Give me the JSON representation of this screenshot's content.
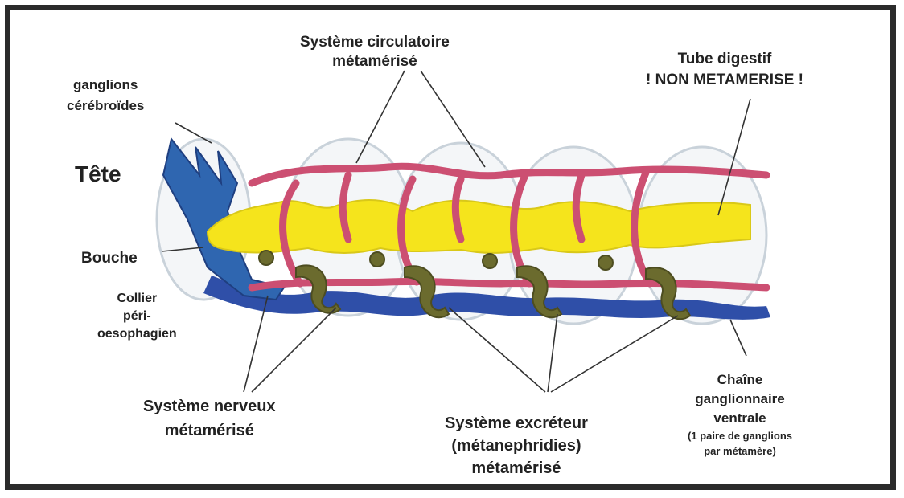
{
  "labels": {
    "circulatory_line1": "Système circulatoire",
    "circulatory_line2": "métamérisé",
    "digestive_line1": "Tube digestif",
    "digestive_line2": "! NON METAMERISE !",
    "ganglia_line1": "ganglions",
    "ganglia_line2": "cérébroïdes",
    "head": "Tête",
    "mouth": "Bouche",
    "collar_line1": "Collier",
    "collar_line2": "péri-",
    "collar_line3": "oesophagien",
    "nervous_line1": "Système nerveux",
    "nervous_line2": "métamérisé",
    "excretory_line1": "Système excréteur",
    "excretory_line2": "(métanephridies)",
    "excretory_line3": "métamérisé",
    "chain_line1": "Chaîne",
    "chain_line2": "ganglionnaire",
    "chain_line3": "ventrale",
    "chain_line4": "(1 paire de ganglions",
    "chain_line5": "par métamère)"
  },
  "colors": {
    "digestive_tube": "#f5e41c",
    "circulatory": "#cc4f72",
    "nervous_chain": "#2f4fa8",
    "excretory": "#6b6b2e",
    "ganglia_head": "#2f66b0",
    "frame": "#2b2b2b"
  }
}
